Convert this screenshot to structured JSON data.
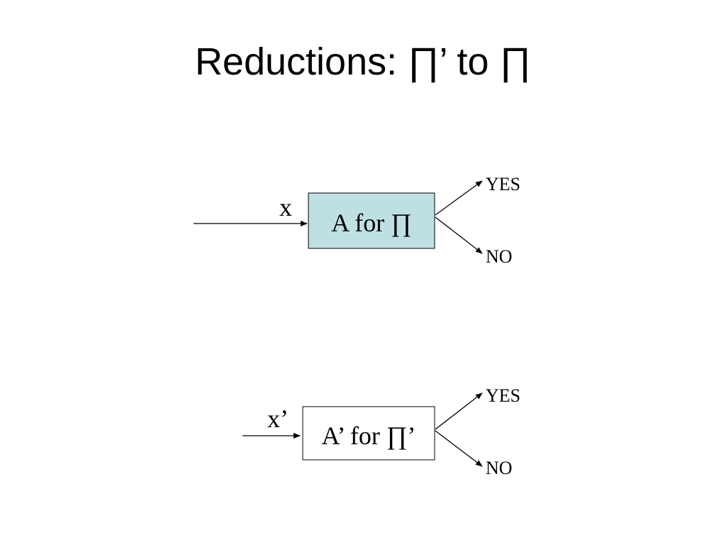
{
  "slide": {
    "title": "Reductions: ∏’ to ∏"
  },
  "diagram_top": {
    "input_label": "x",
    "box_label": "A for ∏",
    "box_fill": "#bfe0e3",
    "yes_label": "YES",
    "no_label": "NO"
  },
  "diagram_bottom": {
    "input_label": "x’",
    "box_label": "A’ for ∏’",
    "box_fill": "#ffffff",
    "yes_label": "YES",
    "no_label": "NO"
  }
}
